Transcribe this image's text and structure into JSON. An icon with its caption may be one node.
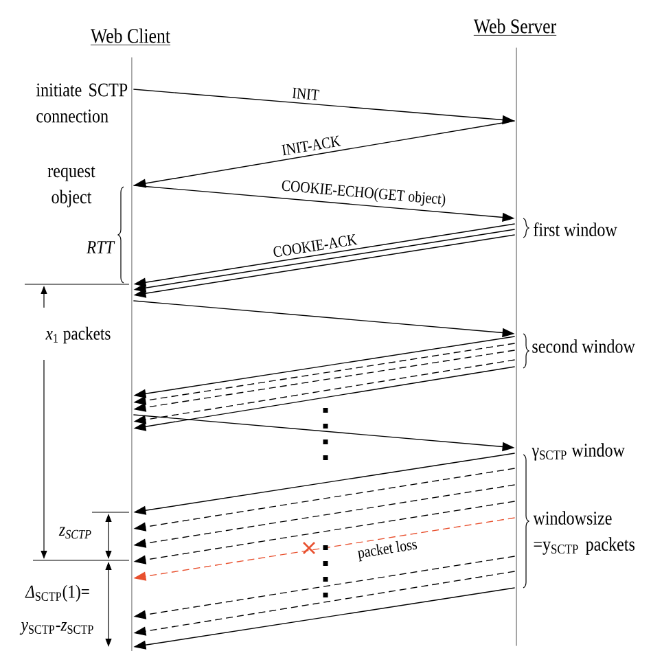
{
  "diagram": {
    "nodes": [
      {
        "text": [
          "Web Client"
        ],
        "beside": [
          "initiate SCTP connection",
          "request object"
        ]
      },
      {
        "text": [
          "Web Server"
        ],
        "beside": [
          "first window",
          "second window",
          "γ$_{SCTP}$ window",
          "windowsize =y$_{SCTP}$ packets"
        ]
      }
    ],
    "edges": [
      {
        "from": 0,
        "to": 1,
        "arrow": "to",
        "label": "INIT"
      },
      {
        "from": 1,
        "to": 0,
        "arrow": "to",
        "label": "INIT-ACK"
      },
      {
        "from": 0,
        "to": 1,
        "arrow": "to",
        "label": "COOKIE-ECHO(GET object)"
      },
      {
        "from": 1,
        "to": 0,
        "arrow": "to",
        "label": "COOKIE-ACK"
      },
      {
        "from": 1,
        "to": 0,
        "arrow": "to"
      },
      {
        "from": 1,
        "to": 0,
        "arrow": "to"
      },
      {
        "from": 0,
        "to": 1,
        "arrow": "to"
      },
      {
        "from": 1,
        "to": 0,
        "arrow": "to"
      },
      {
        "from": 1,
        "to": 0,
        "arrow": "to",
        "style": "dashed"
      },
      {
        "from": 1,
        "to": 0,
        "arrow": "to",
        "style": "dashed"
      },
      {
        "from": 1,
        "to": 0,
        "arrow": "to",
        "style": "dashed"
      },
      {
        "from": 1,
        "to": 0,
        "arrow": "to"
      },
      {
        "from": 0,
        "to": 1,
        "arrow": "to"
      },
      {
        "from": 1,
        "to": 0,
        "arrow": "to"
      },
      {
        "from": 1,
        "to": 0,
        "arrow": "to",
        "style": "dashed"
      },
      {
        "from": 1,
        "to": 0,
        "arrow": "to",
        "style": "dashed"
      },
      {
        "from": 1,
        "to": 0,
        "arrow": "to",
        "style": "dashed"
      },
      {
        "from": 1,
        "to": 0,
        "arrow": "to",
        "style": "dashed",
        "color": "#e8502e",
        "label": "packet loss"
      },
      {
        "from": 1,
        "to": 0,
        "arrow": "to",
        "style": "dashed"
      },
      {
        "from": 1,
        "to": 0,
        "arrow": "to",
        "style": "dashed"
      },
      {
        "from": 1,
        "to": 0,
        "arrow": "to"
      }
    ],
    "labels": [
      "RTT",
      "*x*$_{1}$ packets",
      "z$_{SCTP}$",
      "*Δ*$_{SCTP}$(1)= *y*$_{SCTP}$-*z*$_{SCTP}$"
    ]
  }
}
